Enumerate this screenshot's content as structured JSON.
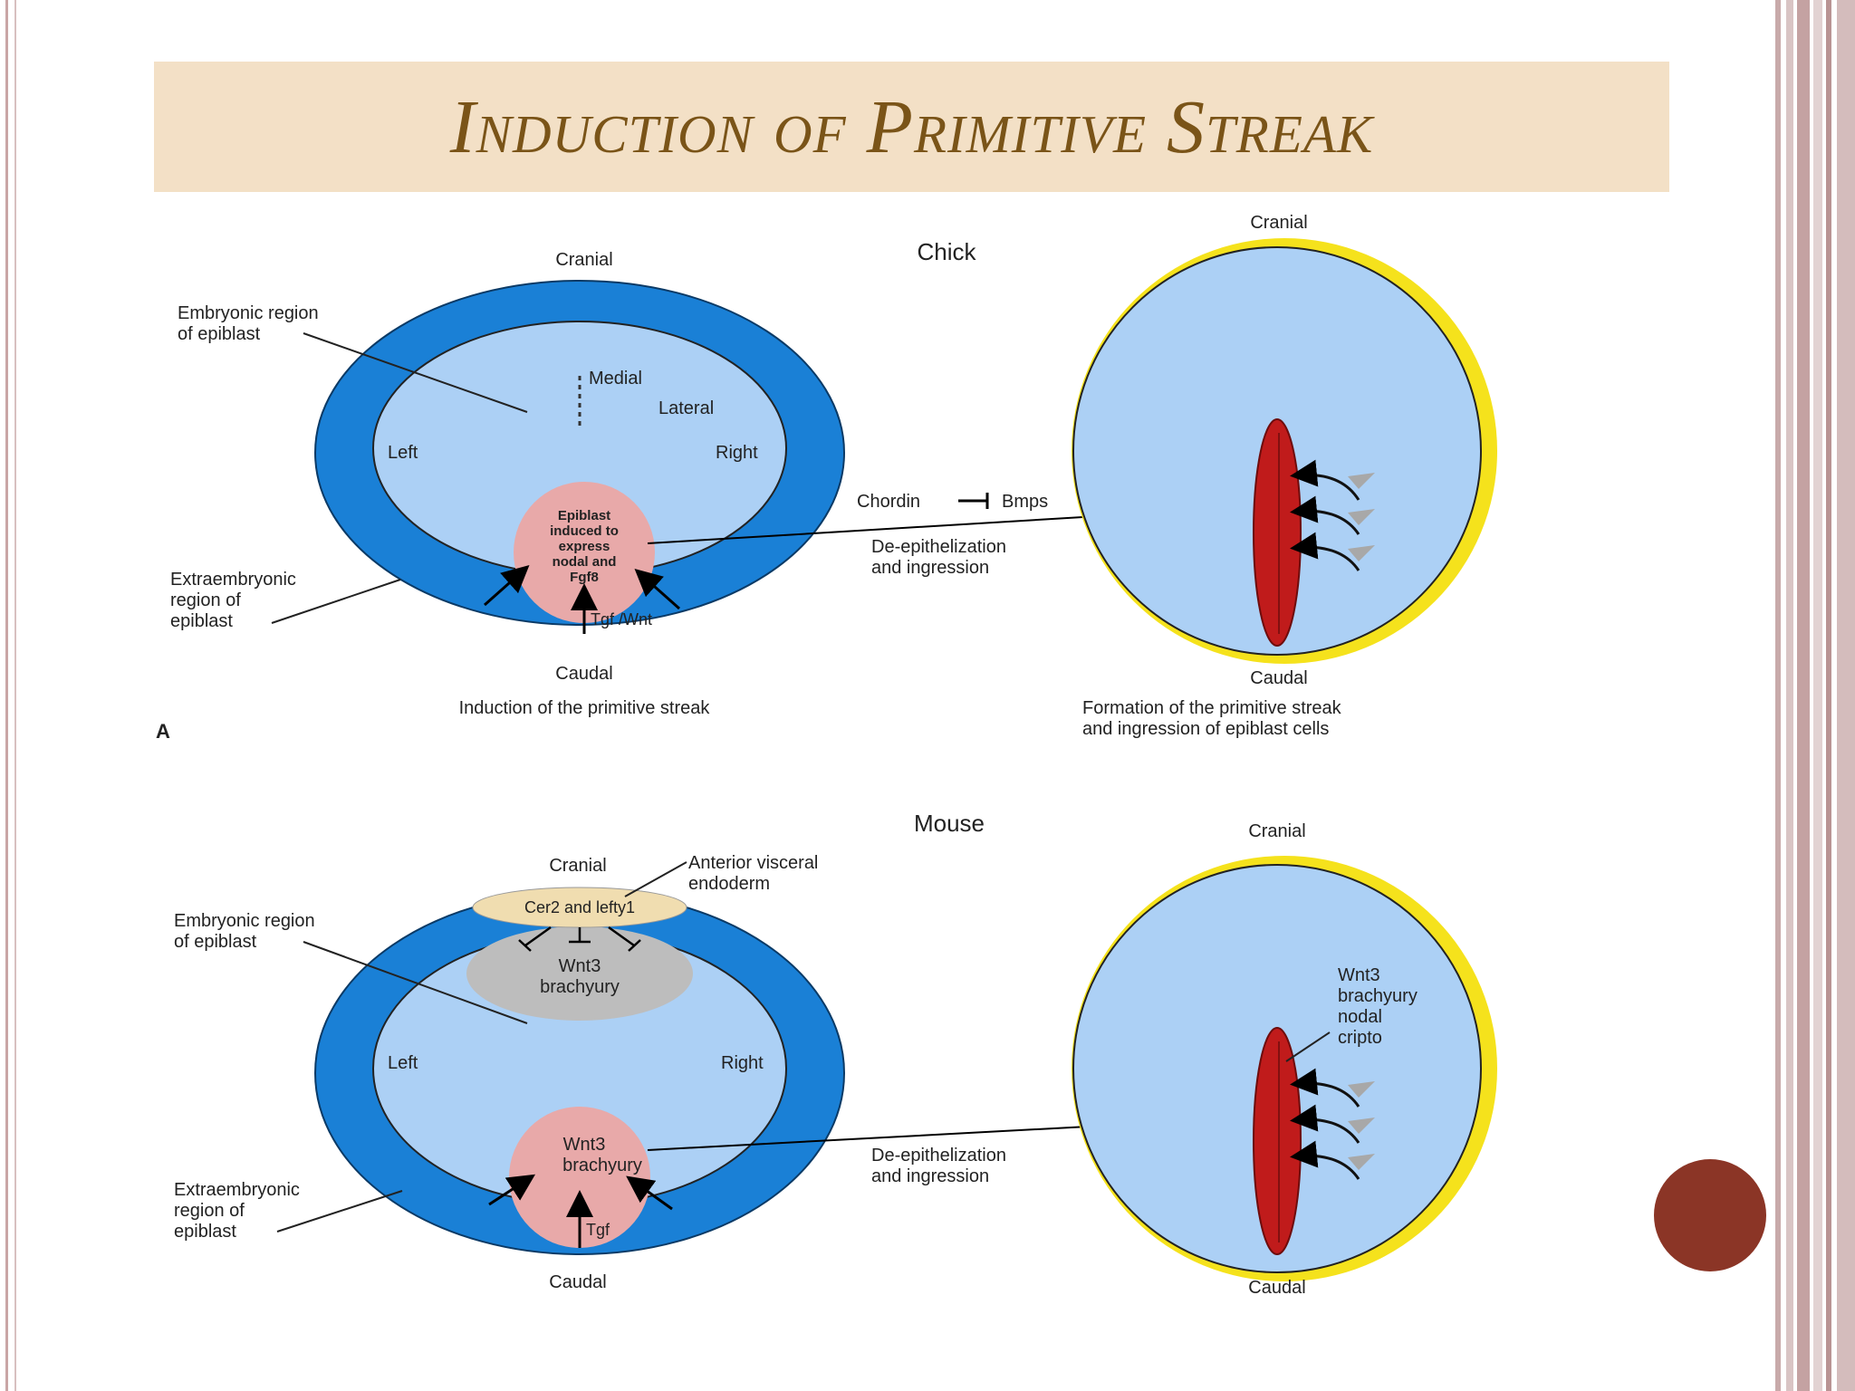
{
  "slide": {
    "title": "Induction of Primitive Streak",
    "colors": {
      "title": "#7a5418",
      "title_band": "#f3e0c6",
      "accent_dot": "#8b3526"
    }
  },
  "chick": {
    "heading": "Chick",
    "panel_label": "A",
    "left": {
      "cranial": "Cranial",
      "caudal": "Caudal",
      "embryonic_region": [
        "Embryonic region",
        "of epiblast"
      ],
      "medial": "Medial",
      "lateral": "Lateral",
      "left": "Left",
      "right": "Right",
      "extraembryonic": [
        "Extraembryonic",
        "region of",
        "epiblast"
      ],
      "epiblast_induced": [
        "Epiblast",
        "induced to",
        "express",
        "nodal and",
        "Fgf8"
      ],
      "signal": "Tgf /Wnt",
      "caption": "Induction of the primitive streak"
    },
    "center": {
      "chordin": "Chordin",
      "bmps": "Bmps",
      "process": [
        "De-epithelization",
        "and ingression"
      ]
    },
    "right": {
      "cranial": "Cranial",
      "caudal": "Caudal",
      "caption": [
        "Formation of the primitive streak",
        "and ingression of epiblast cells"
      ]
    }
  },
  "mouse": {
    "heading": "Mouse",
    "left": {
      "cranial": "Cranial",
      "caudal": "Caudal",
      "ave": [
        "Anterior visceral",
        "endoderm"
      ],
      "cer2": "Cer2 and lefty1",
      "wnt3_top": [
        "Wnt3",
        "brachyury"
      ],
      "embryonic_region": [
        "Embryonic region",
        "of epiblast"
      ],
      "left": "Left",
      "right": "Right",
      "extraembryonic": [
        "Extraembryonic",
        "region of",
        "epiblast"
      ],
      "wnt3_bottom": [
        "Wnt3",
        "brachyury"
      ],
      "signal": "Tgf"
    },
    "center": {
      "process": [
        "De-epithelization",
        "and ingression"
      ]
    },
    "right": {
      "cranial": "Cranial",
      "caudal": "Caudal",
      "markers": [
        "Wnt3",
        "brachyury",
        "nodal",
        "cripto"
      ]
    }
  }
}
